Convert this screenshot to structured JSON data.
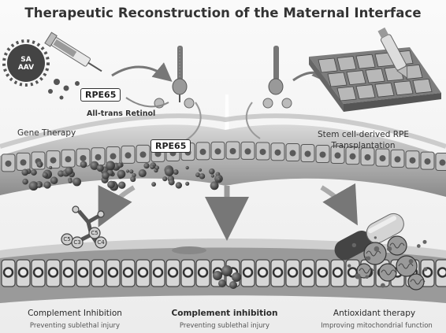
{
  "title": "Therapeutic Reconstruction of the Maternal Interface",
  "aav_label": "SA AAV",
  "rpe65_top": "RPE65",
  "rpe65_mid": "RPE65",
  "retinol_label": "All-trans Retinol",
  "gene_therapy_label": "Gene Therapy",
  "stem_cell_label": "Stem cell-derived RPE Transplantation",
  "complement_labels": [
    "C5",
    "C3",
    "C5",
    "C4"
  ],
  "bottom_panels": [
    {
      "title": "Complement Inhibition",
      "subtitle": "Preventing sublethal injury"
    },
    {
      "title": "Complement inhibition",
      "subtitle": "Preventing  sublethal injury"
    },
    {
      "title": "Antioxidant therapy",
      "subtitle": "Improving mitochondrial function"
    }
  ]
}
